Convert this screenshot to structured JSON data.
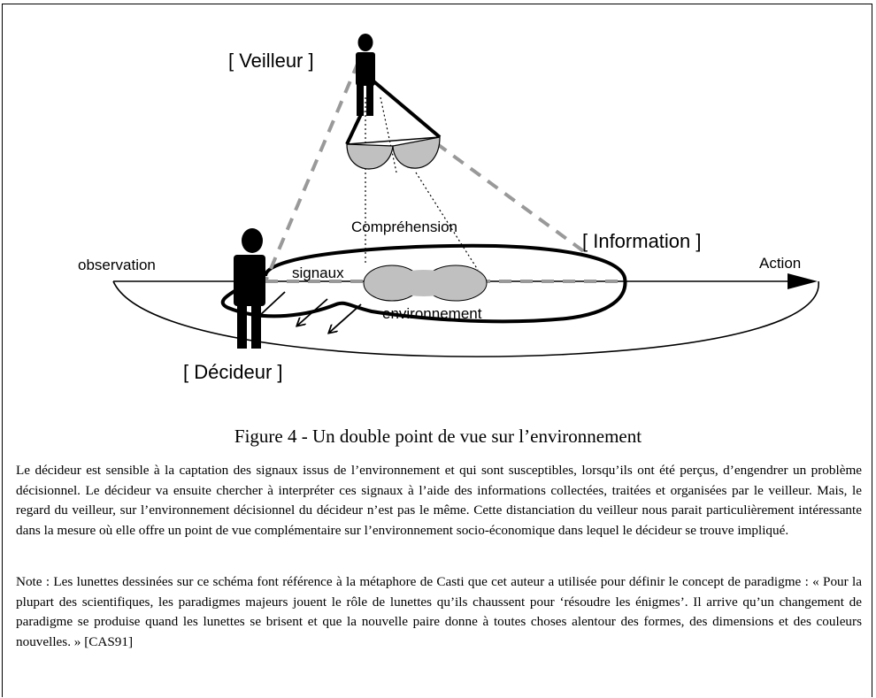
{
  "figure": {
    "labels": {
      "veilleur": "[ Veilleur ]",
      "comprehension": "Compréhension",
      "information": "[ Information ]",
      "observation": "observation",
      "action": "Action",
      "signaux": "signaux",
      "environnement": "environnement",
      "decideur": "[ Décideur ]"
    },
    "colors": {
      "ink": "#000000",
      "lens_fill": "#c0c0c0",
      "dashed": "#999999"
    },
    "caption": "Figure 4 - Un double point de vue sur l’environnement"
  },
  "text": {
    "paragraph_1": "Le décideur est sensible à la captation des signaux issus de l’environnement et qui sont susceptibles, lorsqu’ils ont été perçus, d’engendrer un problème décisionnel. Le décideur va ensuite chercher à interpréter ces signaux à l’aide des informations collectées, traitées et organisées par le veilleur. Mais, le regard du veilleur, sur l’environnement décisionnel du décideur n’est pas le même. Cette distanciation du veilleur nous parait particulièrement intéressante dans la mesure où elle offre un point de vue complémentaire sur l’environnement socio-économique dans lequel le décideur se trouve impliqué.",
    "paragraph_2": "Note : Les lunettes dessinées sur ce schéma font référence à la métaphore de Casti que cet auteur a utilisée pour définir le concept de paradigme : « Pour la plupart des scientifiques, les paradigmes majeurs jouent le rôle de lunettes qu’ils chaussent pour ‘résoudre les énigmes’. Il arrive qu’un changement de paradigme se produise quand les lunettes se brisent et que la nouvelle paire donne à toutes choses alentour des formes,  des dimensions et des couleurs nouvelles. » [CAS91]"
  }
}
